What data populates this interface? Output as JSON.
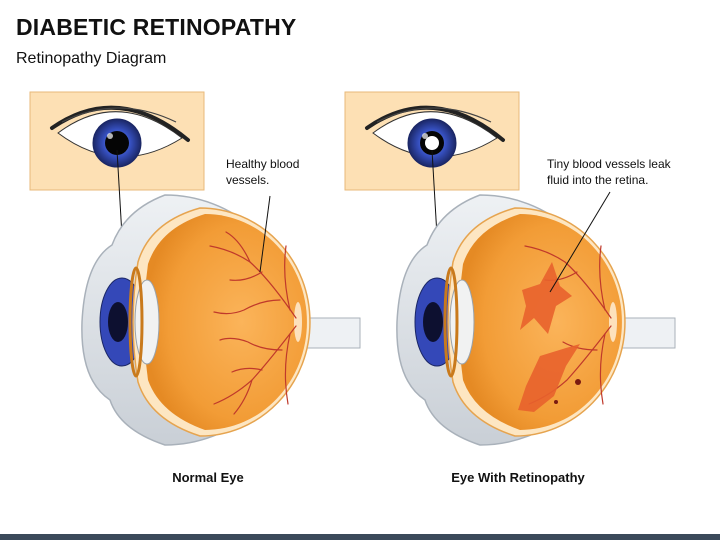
{
  "header": {
    "title": "DIABETIC RETINOPATHY",
    "subtitle": "Retinopathy Diagram"
  },
  "panels": [
    {
      "caption": "Normal Eye",
      "callout_line1": "Healthy blood",
      "callout_line2": "vessels."
    },
    {
      "caption": "Eye With Retinopathy",
      "callout_line1": "Tiny blood vessels leak",
      "callout_line2": "fluid into the retina."
    }
  ],
  "colors": {
    "retina_orange": "#f5a640",
    "vessel_red": "#c0392b",
    "leak_red": "#e8622c",
    "iris_blue": "#2b3f9e",
    "sclera_gray": "#d8dde2",
    "eye_box": "#fde0b4"
  }
}
